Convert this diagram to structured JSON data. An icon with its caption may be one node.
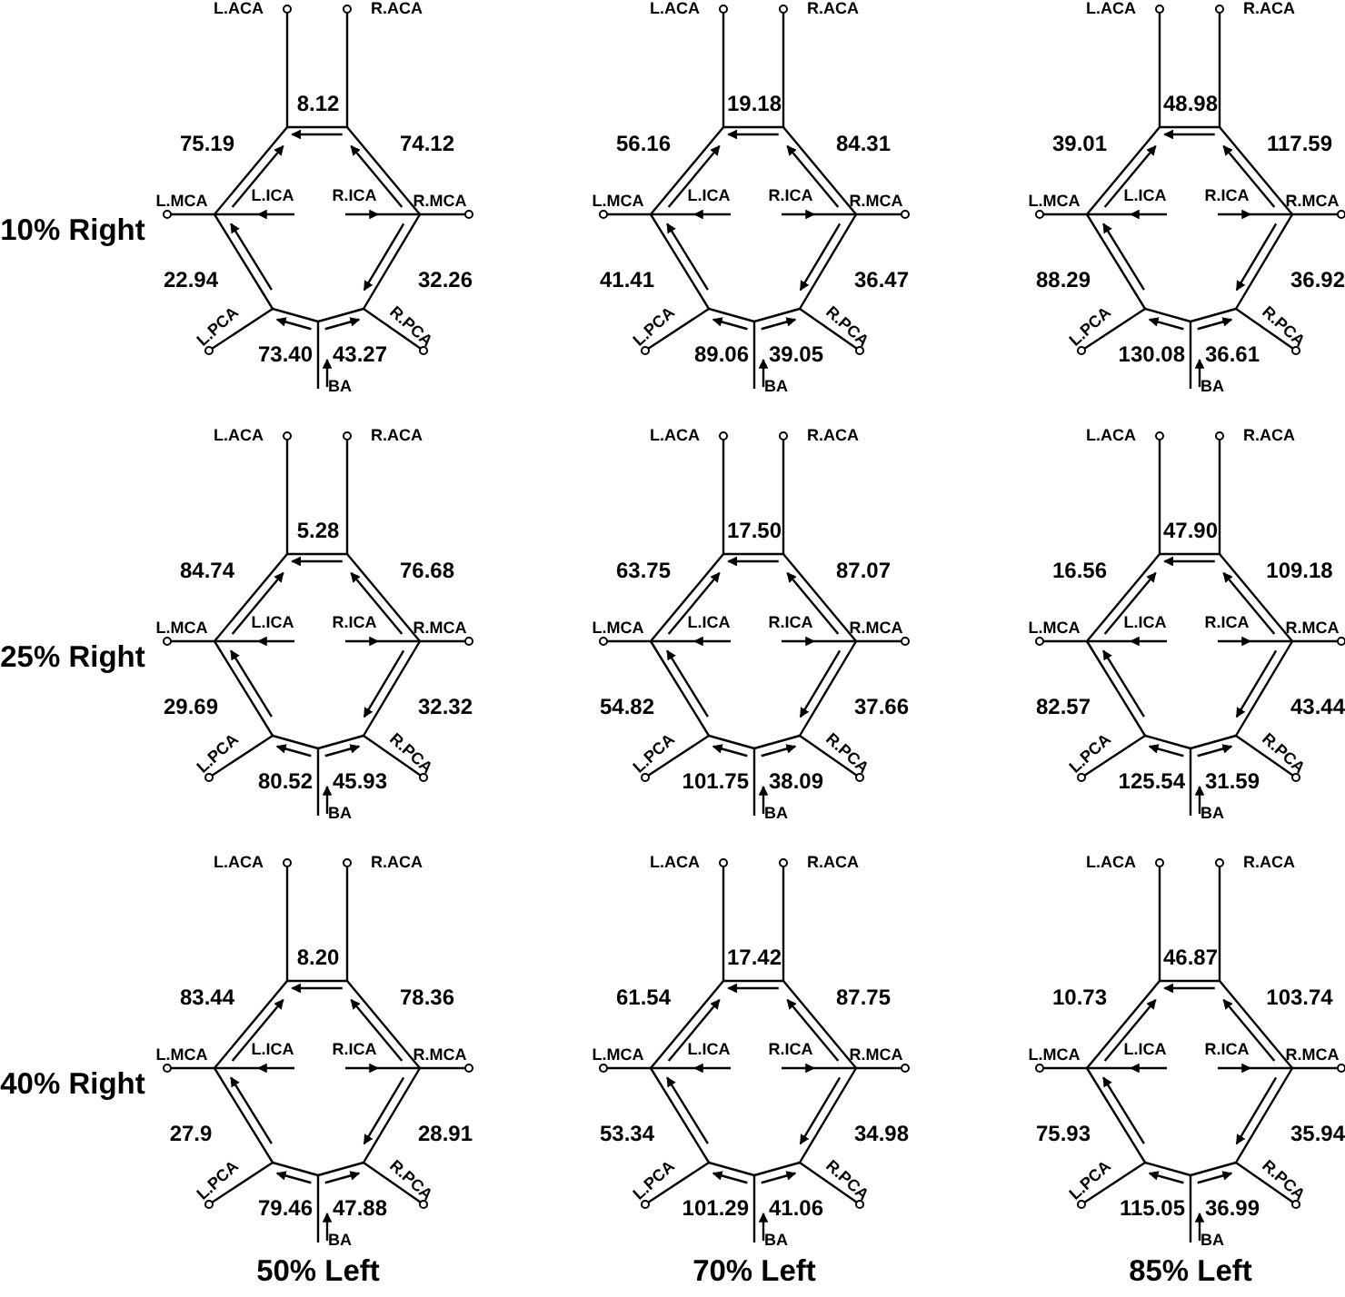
{
  "diagram": {
    "labels": [
      "10% Right",
      "L.ACA",
      "R.ACA",
      "8.12",
      "75.19",
      "74.12",
      "L.MCA",
      "L.ICA",
      "R.ICA",
      "R.MCA",
      "22.94",
      "32.26",
      "L.PCA",
      "R.PCA",
      "73.40",
      "43.27",
      "BA",
      "L.ACA",
      "R.ACA",
      "19.18",
      "56.16",
      "84.31",
      "L.MCA",
      "L.ICA",
      "R.ICA",
      "R.MCA",
      "41.41",
      "36.47",
      "L.PCA",
      "R.PCA",
      "89.06",
      "39.05",
      "BA",
      "L.ACA",
      "R.ACA",
      "48.98",
      "39.01",
      "117.59",
      "L.MCA",
      "L.ICA",
      "R.ICA",
      "R.MCA",
      "88.29",
      "36.92",
      "L.PCA",
      "R.PCA",
      "130.08",
      "36.61",
      "BA",
      "25% Right",
      "L.ACA",
      "R.ACA",
      "5.28",
      "84.74",
      "76.68",
      "L.MCA",
      "L.ICA",
      "R.ICA",
      "R.MCA",
      "29.69",
      "32.32",
      "L.PCA",
      "R.PCA",
      "80.52",
      "45.93",
      "BA",
      "L.ACA",
      "R.ACA",
      "17.50",
      "63.75",
      "87.07",
      "L.MCA",
      "L.ICA",
      "R.ICA",
      "R.MCA",
      "54.82",
      "37.66",
      "L.PCA",
      "R.PCA",
      "101.75",
      "38.09",
      "BA",
      "L.ACA",
      "R.ACA",
      "47.90",
      "16.56",
      "109.18",
      "L.MCA",
      "L.ICA",
      "R.ICA",
      "R.MCA",
      "82.57",
      "43.44",
      "L.PCA",
      "R.PCA",
      "125.54",
      "31.59",
      "BA",
      "40% Right",
      "L.ACA",
      "R.ACA",
      "8.20",
      "83.44",
      "78.36",
      "L.MCA",
      "L.ICA",
      "R.ICA",
      "R.MCA",
      "27.9",
      "28.91",
      "L.PCA",
      "R.PCA",
      "79.46",
      "47.88",
      "BA",
      "L.ACA",
      "R.ACA",
      "17.42",
      "61.54",
      "87.75",
      "L.MCA",
      "L.ICA",
      "R.ICA",
      "R.MCA",
      "53.34",
      "34.98",
      "L.PCA",
      "R.PCA",
      "101.29",
      "41.06",
      "BA",
      "L.ACA",
      "R.ACA",
      "46.87",
      "10.73",
      "103.74",
      "L.MCA",
      "L.ICA",
      "R.ICA",
      "R.MCA",
      "75.93",
      "35.94",
      "L.PCA",
      "R.PCA",
      "115.05",
      "36.99",
      "BA",
      "50% Left",
      "70% Left",
      "85% Left"
    ]
  }
}
